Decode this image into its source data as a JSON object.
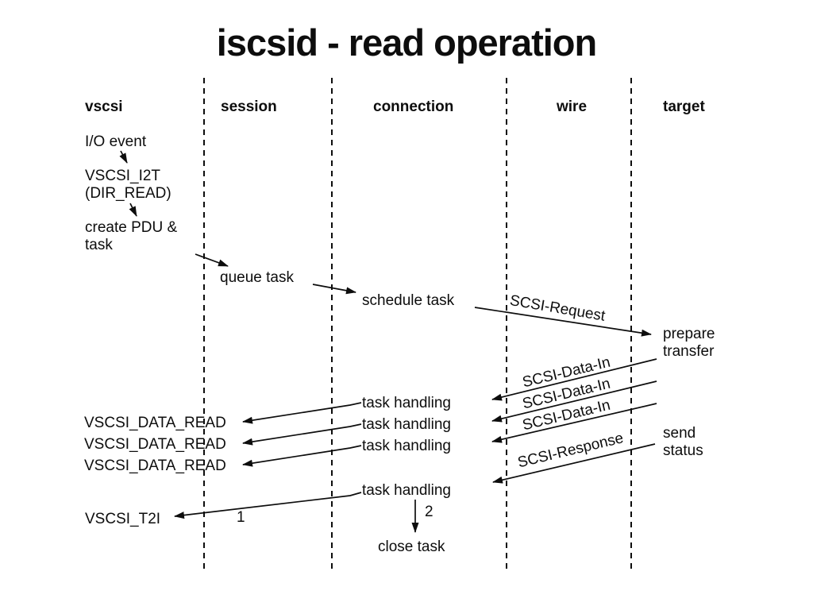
{
  "title": "iscsid - read operation",
  "colors": {
    "background": "#ffffff",
    "text": "#0d0d0d",
    "line": "#0d0d0d"
  },
  "lanes": [
    {
      "label": "vscsi"
    },
    {
      "label": "session"
    },
    {
      "label": "connection"
    },
    {
      "label": "wire"
    },
    {
      "label": "target"
    }
  ],
  "vscsi_flow": {
    "io_event": "I/O event",
    "vscsi_i2t": "VSCSI_I2T",
    "dir_read": "(DIR_READ)",
    "create_pdu": "create PDU &",
    "create_task": "task"
  },
  "messages": {
    "queue_task": "queue task",
    "schedule_task": "schedule task",
    "scsi_request": "SCSI-Request",
    "prepare_line1": "prepare",
    "prepare_line2": "transfer",
    "scsi_data_in": [
      "SCSI-Data-In",
      "SCSI-Data-In",
      "SCSI-Data-In"
    ],
    "task_handling": [
      "task handling",
      "task handling",
      "task handling",
      "task handling"
    ],
    "vscsi_data_read": [
      "VSCSI_DATA_READ",
      "VSCSI_DATA_READ",
      "VSCSI_DATA_READ"
    ],
    "send_line1": "send",
    "send_line2": "status",
    "scsi_response": "SCSI-Response",
    "vscsi_t2i": "VSCSI_T2I",
    "step1": "1",
    "step2": "2",
    "close_task": "close task"
  }
}
